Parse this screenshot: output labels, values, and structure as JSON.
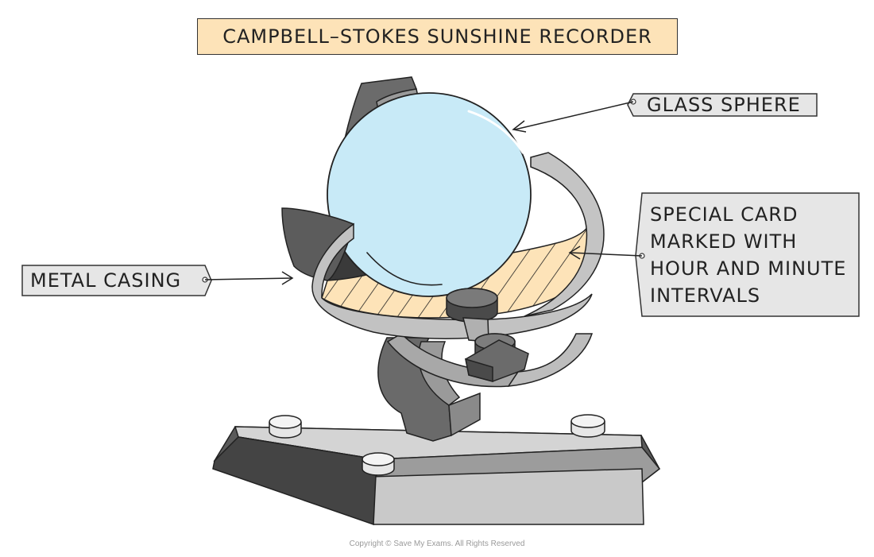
{
  "title": "CAMPBELL–STOKES SUNSHINE RECORDER",
  "labels": {
    "glass_sphere": "GLASS SPHERE",
    "metal_casing": "METAL CASING",
    "special_card": [
      "SPECIAL CARD",
      "MARKED WITH",
      "HOUR AND MINUTE",
      "INTERVALS"
    ]
  },
  "copyright": "Copyright © Save My Exams. All Rights Reserved",
  "colors": {
    "title_fill": "#fde3b8",
    "label_fill": "#e6e6e6",
    "sphere": "#c8eaf7",
    "card": "#fde3b8",
    "metal_dark": "#555555",
    "metal_mid": "#8a8a8a",
    "metal_light": "#c8c8c8"
  }
}
